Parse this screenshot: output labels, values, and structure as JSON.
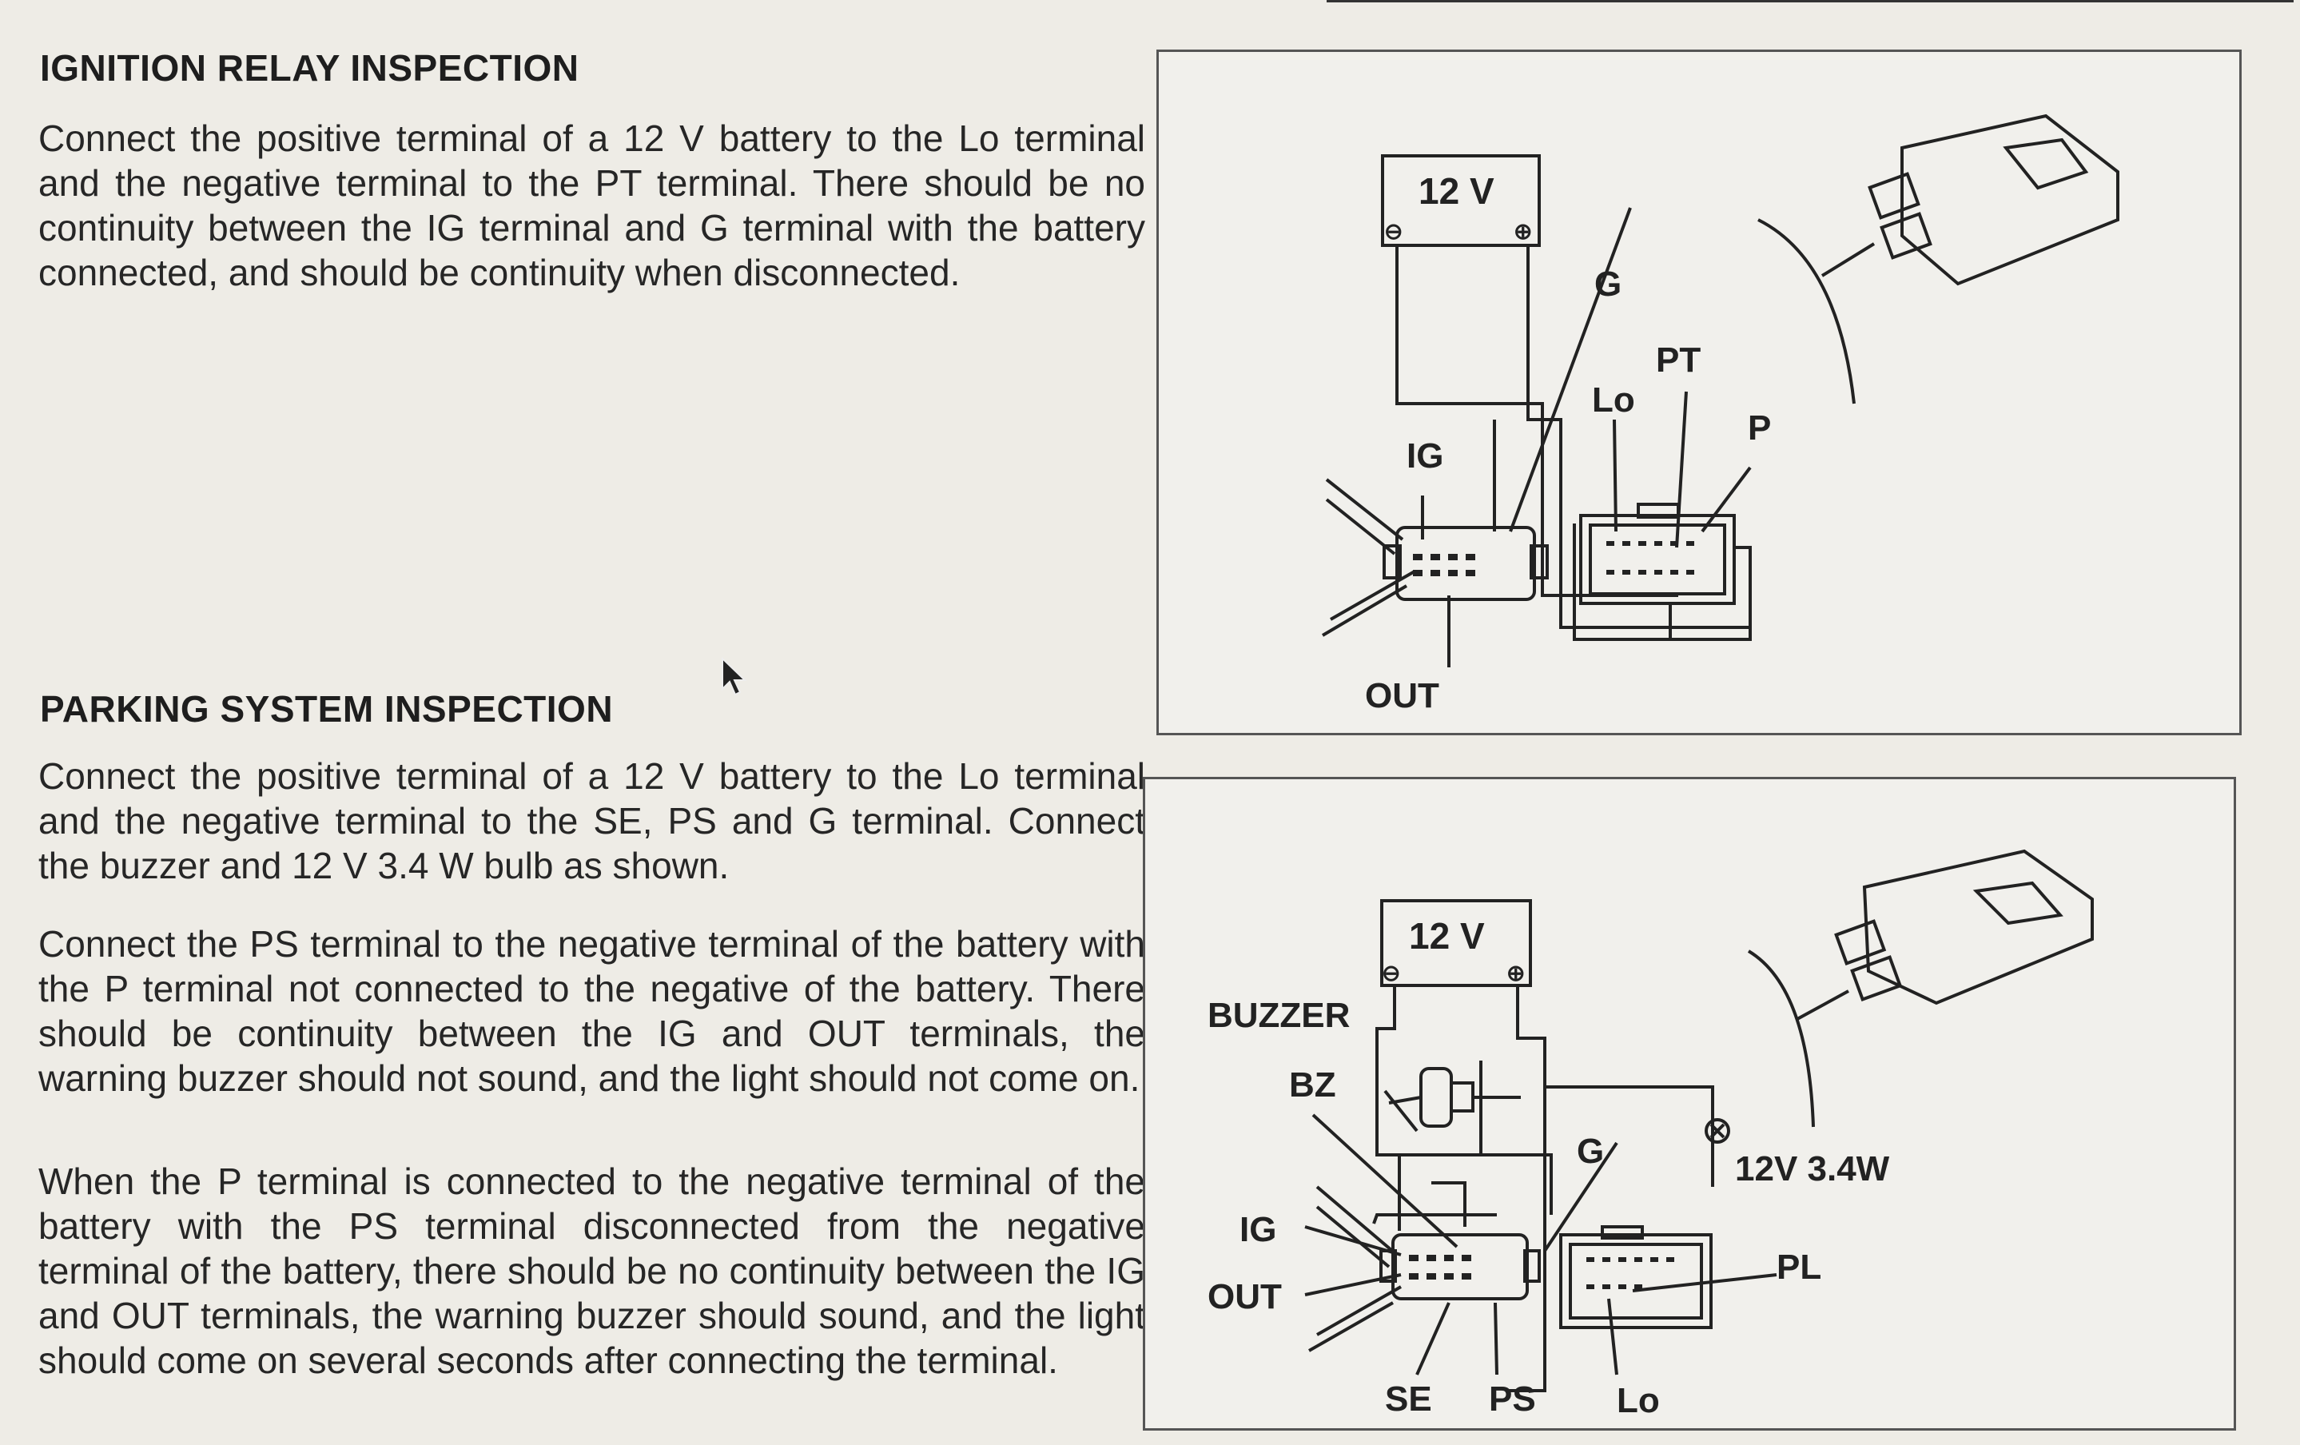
{
  "section1": {
    "heading": "IGNITION RELAY INSPECTION",
    "paragraph": "Connect the positive terminal of a 12 V battery to the Lo terminal and the negative terminal to the PT terminal. There should be no continuity between the IG terminal and G terminal with the battery connected, and should be continuity when disconnected."
  },
  "section2": {
    "heading": "PARKING SYSTEM INSPECTION",
    "paragraphs": [
      "Connect the positive terminal of a 12 V battery to the Lo terminal and the negative terminal to the SE, PS and G terminal. Connect the buzzer and 12 V 3.4 W bulb as shown.",
      "Connect the PS terminal to the negative terminal of the battery with the P terminal not connected to the negative of the battery. There should be continuity between the IG and OUT terminals, the warning buzzer should not sound, and the light should not come on.",
      "When the P terminal is connected to the negative terminal of the battery with the PS terminal disconnected from the negative terminal of the battery, there should be no continuity between the IG and OUT terminals, the warning buzzer should sound, and the light should come on several seconds after connecting the terminal."
    ]
  },
  "figure1": {
    "battery": "12 V",
    "minus": "⊖",
    "plus": "⊕",
    "labels": {
      "ig": "IG",
      "out": "OUT",
      "g": "G",
      "lo": "Lo",
      "pt": "PT",
      "p": "P"
    }
  },
  "figure2": {
    "battery": "12 V",
    "minus": "⊖",
    "plus": "⊕",
    "labels": {
      "buzzer": "BUZZER",
      "bz": "BZ",
      "ig": "IG",
      "out": "OUT",
      "g": "G",
      "bulb": "12V 3.4W",
      "pl": "PL",
      "se": "SE",
      "ps": "PS",
      "lo": "Lo"
    }
  },
  "colors": {
    "background": "#eeece6",
    "ink": "#222222",
    "frame": "#555555"
  },
  "icons": {
    "pointer": "mouse-pointer-icon"
  }
}
